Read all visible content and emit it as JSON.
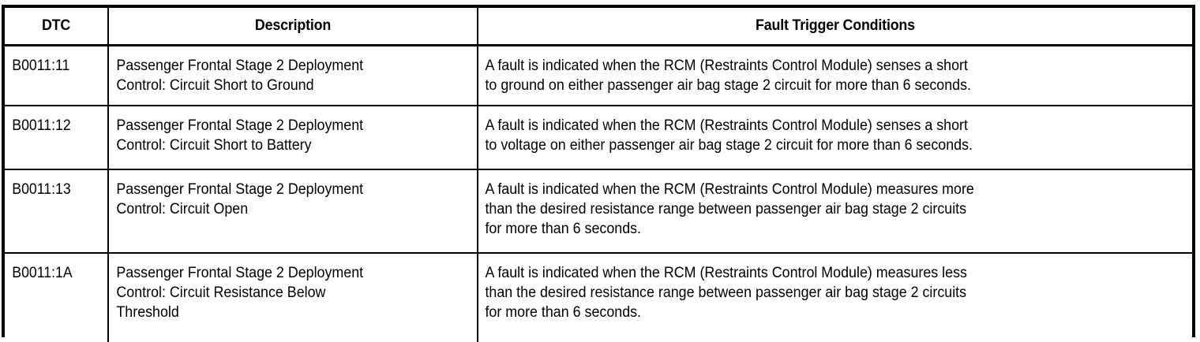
{
  "table": {
    "columns": [
      {
        "key": "dtc",
        "label": "DTC"
      },
      {
        "key": "desc",
        "label": "Description"
      },
      {
        "key": "fault",
        "label": "Fault Trigger Conditions"
      }
    ],
    "rows": [
      {
        "dtc": "B0011:11",
        "desc": "Passenger Frontal Stage 2 Deployment\nControl: Circuit Short to Ground",
        "fault": "A fault is indicated when the RCM (Restraints Control Module) senses a short\nto ground on either passenger air bag stage 2 circuit for more than 6 seconds."
      },
      {
        "dtc": "B0011:12",
        "desc": "Passenger Frontal Stage 2 Deployment\nControl: Circuit Short to Battery",
        "fault": "A fault is indicated when the RCM (Restraints Control Module) senses a short\nto voltage on either passenger air bag stage 2 circuit for more than 6 seconds."
      },
      {
        "dtc": "B0011:13",
        "desc": "Passenger Frontal Stage 2 Deployment\nControl: Circuit Open",
        "fault": "A fault is indicated when the RCM (Restraints Control Module) measures more\nthan the desired resistance range between passenger air bag stage 2 circuits\nfor more than 6 seconds."
      },
      {
        "dtc": "B0011:1A",
        "desc": "Passenger Frontal Stage 2 Deployment\nControl: Circuit Resistance Below\nThreshold",
        "fault": "A fault is indicated when the RCM (Restraints Control Module) measures less\nthan the desired resistance range between passenger air bag stage 2 circuits\nfor more than 6 seconds."
      }
    ]
  },
  "style": {
    "border_color": "#000000",
    "text_color": "#000000",
    "background": "#ffffff"
  }
}
